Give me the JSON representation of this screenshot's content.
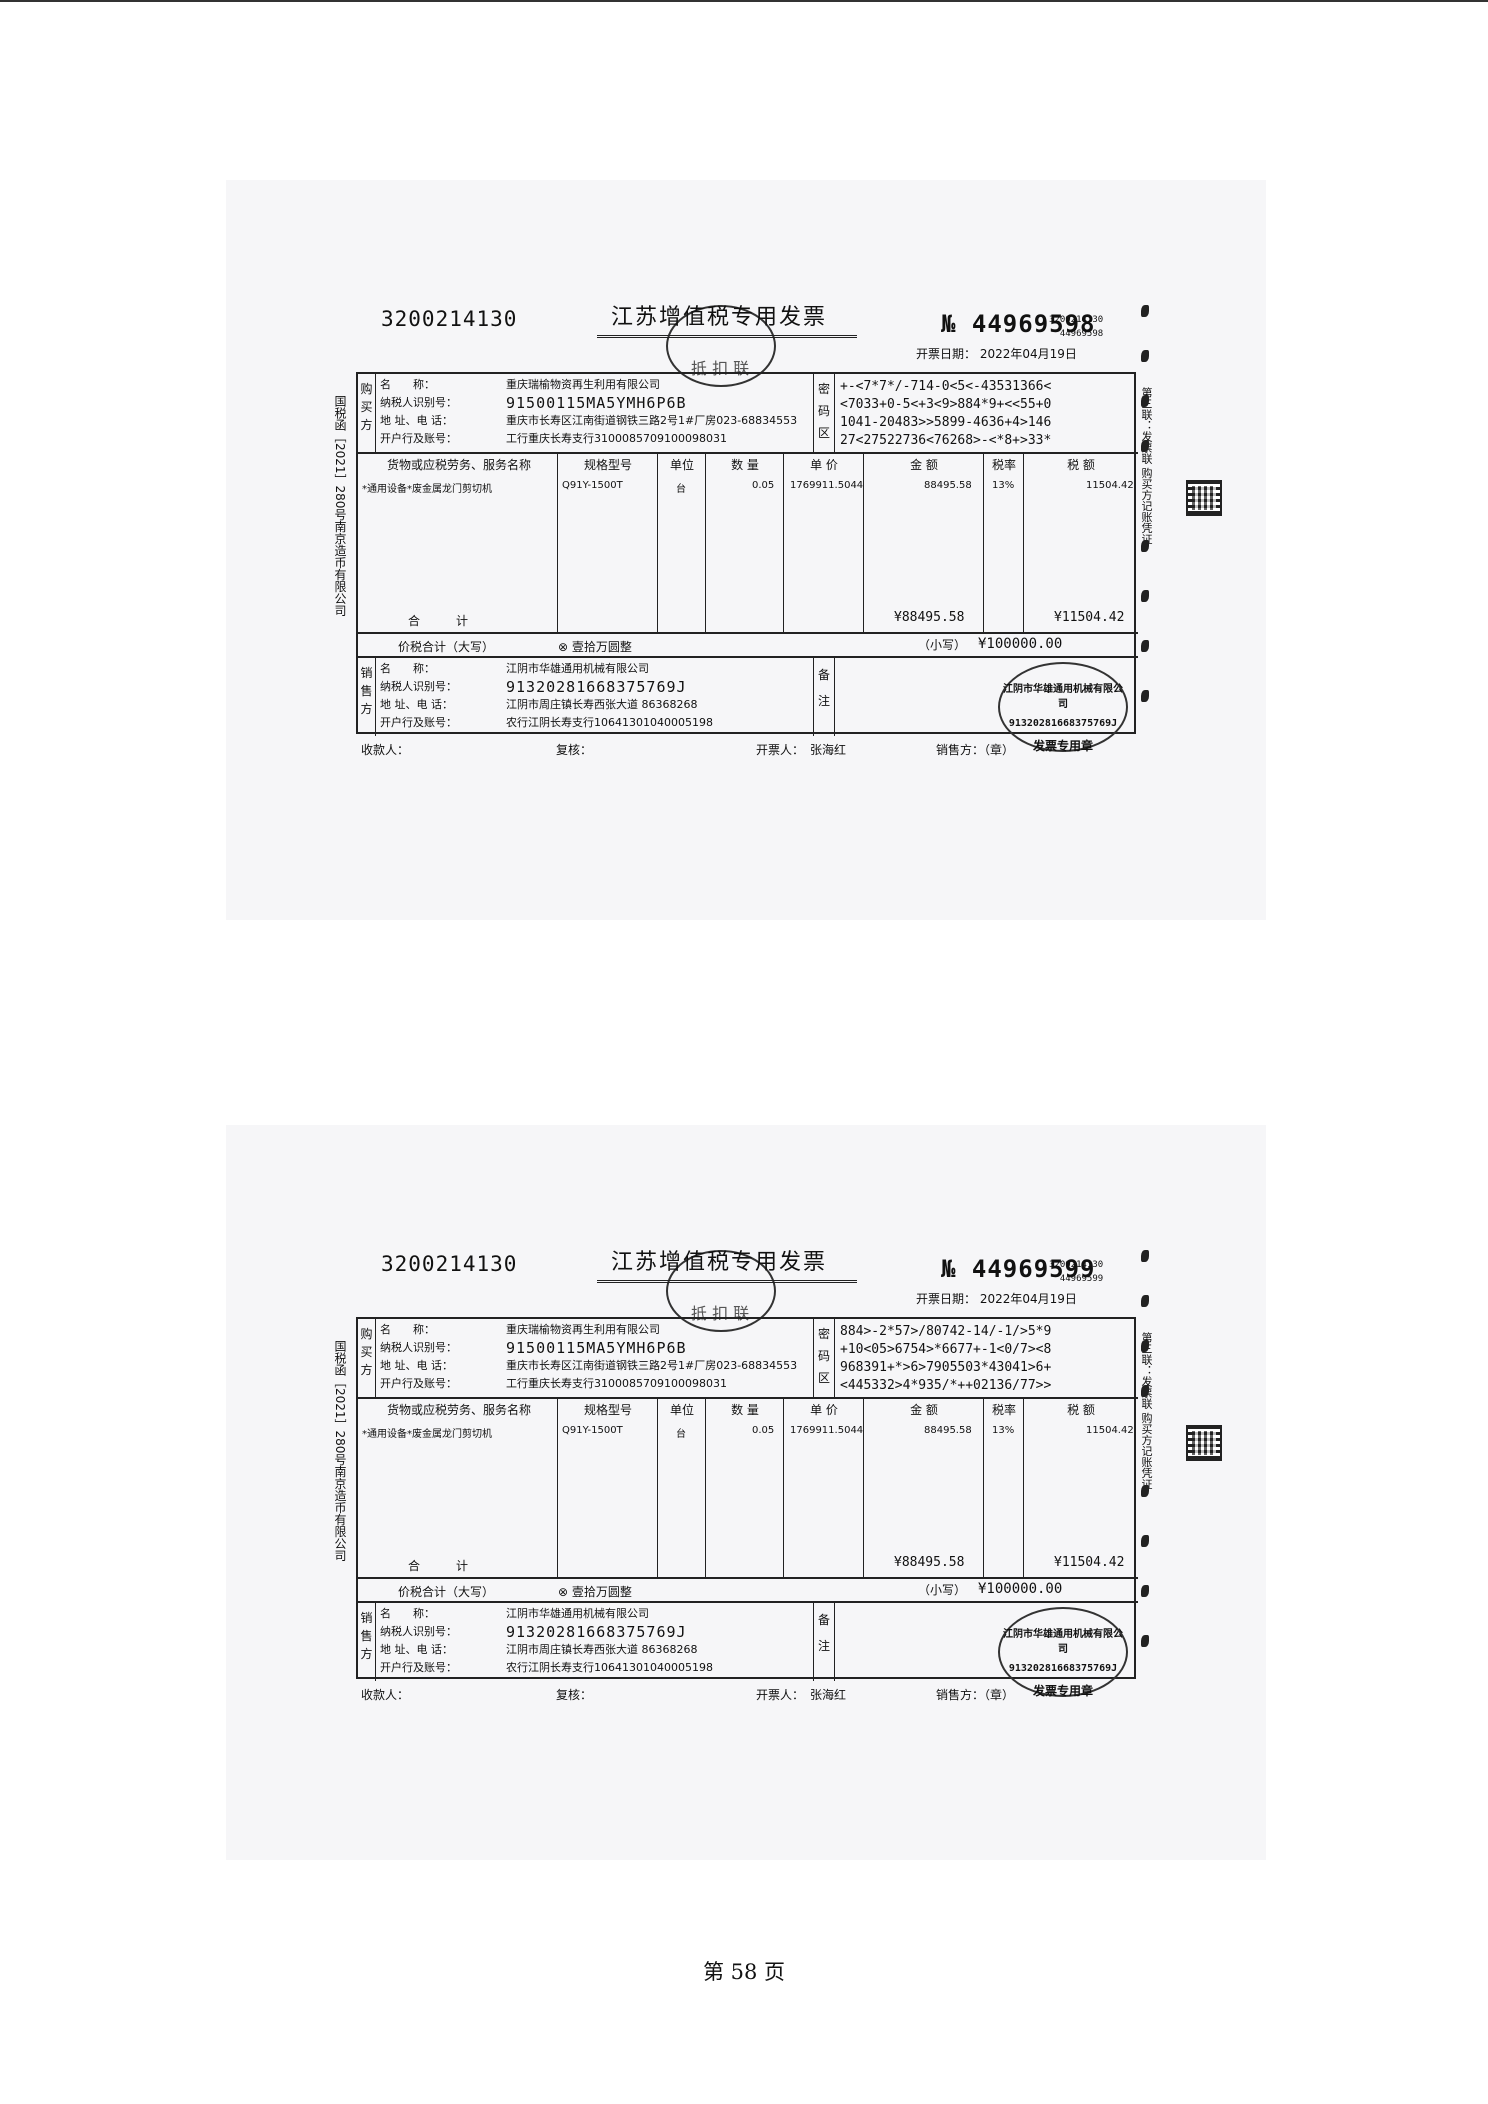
{
  "invoices": [
    {
      "code_left": "3200214130",
      "title": "江苏增值税专用发票",
      "lianci": "抵 扣 联",
      "no": "№ 44969598",
      "small_code_1": "3200214130",
      "small_code_2": "44969598",
      "date": "开票日期：  2022年04月19日",
      "buyer_labels": [
        "名　　称：",
        "纳税人识别号：",
        "地 址、电 话：",
        "开户行及账号："
      ],
      "buyer": {
        "name": "重庆瑞榆物资再生利用有限公司",
        "tax_id": "91500115MA5YMH6P6B",
        "address": "重庆市长寿区江南街道钢铁三路2号1#厂房023-68834553",
        "bank": "工行重庆长寿支行3100085709100098031"
      },
      "side_buyer": "购买方",
      "mima_label": "密码区",
      "mima": "+-<7*7*/-714-0<5<-43531366<\n<7033+0-5<+3<9>884*9+<<55+0\n1041-20483>>5899-4636+4>146\n27<27522736<76268>-<*8+>33*",
      "headers": [
        "货物或应税劳务、服务名称",
        "规格型号",
        "单位",
        "数 量",
        "单 价",
        "金 额",
        "税率",
        "税 额"
      ],
      "item": [
        "*通用设备*废金属龙门剪切机",
        "Q91Y-1500T",
        "台",
        "0.05",
        "1769911.5044",
        "88495.58",
        "13%",
        "11504.42"
      ],
      "heji": "合　　　计",
      "total_amount": "¥88495.58",
      "total_tax": "¥11504.42",
      "sum_label": "价税合计（大写）",
      "sum_words": "⊗ 壹拾万圆整",
      "sum_small_label": "（小写）",
      "sum_small": "¥100000.00",
      "seller_labels": [
        "名　　称：",
        "纳税人识别号：",
        "地 址、电 话：",
        "开户行及账号："
      ],
      "seller": {
        "name": "江阴市华雄通用机械有限公司",
        "tax_id": "91320281668375769J",
        "address": "江阴市周庄镇长寿西张大道 86368268",
        "bank": "农行江阴长寿支行10641301040005198"
      },
      "side_seller": "销售方",
      "beizhu_label": "备注",
      "seal_name": "江阴市华雄通用机械有限公司",
      "seal_no": "91320281668375769J",
      "seal_label": "发票专用章",
      "payee": "收款人：",
      "reviewer": "复核：",
      "drawer": "开票人：　张海红",
      "seller_sign": "销售方：（章）",
      "left_vertical": "国税函［2021］280号南京造币有限公司",
      "right_vertical": "第三联：发票联  购买方记账凭证"
    },
    {
      "code_left": "3200214130",
      "title": "江苏增值税专用发票",
      "lianci": "抵 扣 联",
      "no": "№ 44969599",
      "small_code_1": "3200214130",
      "small_code_2": "44969599",
      "date": "开票日期：  2022年04月19日",
      "buyer_labels": [
        "名　　称：",
        "纳税人识别号：",
        "地 址、电 话：",
        "开户行及账号："
      ],
      "buyer": {
        "name": "重庆瑞榆物资再生利用有限公司",
        "tax_id": "91500115MA5YMH6P6B",
        "address": "重庆市长寿区江南街道钢铁三路2号1#厂房023-68834553",
        "bank": "工行重庆长寿支行3100085709100098031"
      },
      "side_buyer": "购买方",
      "mima_label": "密码区",
      "mima": "884>-2*57>/80742-14/-1/>5*9\n+10<05>6754>*6677+-1<0/7><8\n968391+*>6>7905503*43041>6+\n<445332>4*935/*++02136/77>>",
      "headers": [
        "货物或应税劳务、服务名称",
        "规格型号",
        "单位",
        "数 量",
        "单 价",
        "金 额",
        "税率",
        "税 额"
      ],
      "item": [
        "*通用设备*废金属龙门剪切机",
        "Q91Y-1500T",
        "台",
        "0.05",
        "1769911.5044",
        "88495.58",
        "13%",
        "11504.42"
      ],
      "heji": "合　　　计",
      "total_amount": "¥88495.58",
      "total_tax": "¥11504.42",
      "sum_label": "价税合计（大写）",
      "sum_words": "⊗ 壹拾万圆整",
      "sum_small_label": "（小写）",
      "sum_small": "¥100000.00",
      "seller_labels": [
        "名　　称：",
        "纳税人识别号：",
        "地 址、电 话：",
        "开户行及账号："
      ],
      "seller": {
        "name": "江阴市华雄通用机械有限公司",
        "tax_id": "91320281668375769J",
        "address": "江阴市周庄镇长寿西张大道 86368268",
        "bank": "农行江阴长寿支行10641301040005198"
      },
      "side_seller": "销售方",
      "beizhu_label": "备注",
      "seal_name": "江阴市华雄通用机械有限公司",
      "seal_no": "91320281668375769J",
      "seal_label": "发票专用章",
      "payee": "收款人：",
      "reviewer": "复核：",
      "drawer": "开票人：　张海红",
      "seller_sign": "销售方：（章）",
      "left_vertical": "国税函［2021］280号南京造币有限公司",
      "right_vertical": "第三联：发票联  购买方记账凭证"
    }
  ],
  "page_number": "第 58 页"
}
